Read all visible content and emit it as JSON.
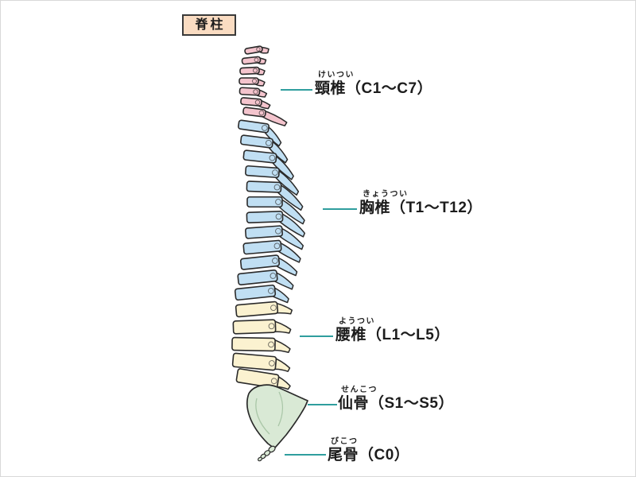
{
  "title": {
    "text": "脊柱"
  },
  "labels": [
    {
      "id": "cervical",
      "furigana": "けいつい",
      "text": "頸椎（C1～C7）"
    },
    {
      "id": "thoracic",
      "furigana": "きょうつい",
      "text": "胸椎（T1～T12）"
    },
    {
      "id": "lumbar",
      "furigana": "ようつい",
      "text": "腰椎（L1～L5）"
    },
    {
      "id": "sacrum",
      "furigana": "せんこつ",
      "text": "仙骨（S1～S5）"
    },
    {
      "id": "coccyx",
      "furigana": "びこつ",
      "text": "尾骨（C0）"
    }
  ],
  "colors": {
    "cervical": "#f4c4cd",
    "thoracic": "#c0dff3",
    "lumbar": "#fbf2d0",
    "sacrum": "#d9e9d5",
    "coccyx": "#d9e9d5",
    "sacrum_inner_line": "#a9c6a7",
    "outline": "#2a2a2a",
    "leader": "#2f9e9e",
    "title_bg": "#fadcc2",
    "title_border": "#3a3a3a",
    "text": "#1c1c1c",
    "page_border": "#d9d9d9"
  }
}
